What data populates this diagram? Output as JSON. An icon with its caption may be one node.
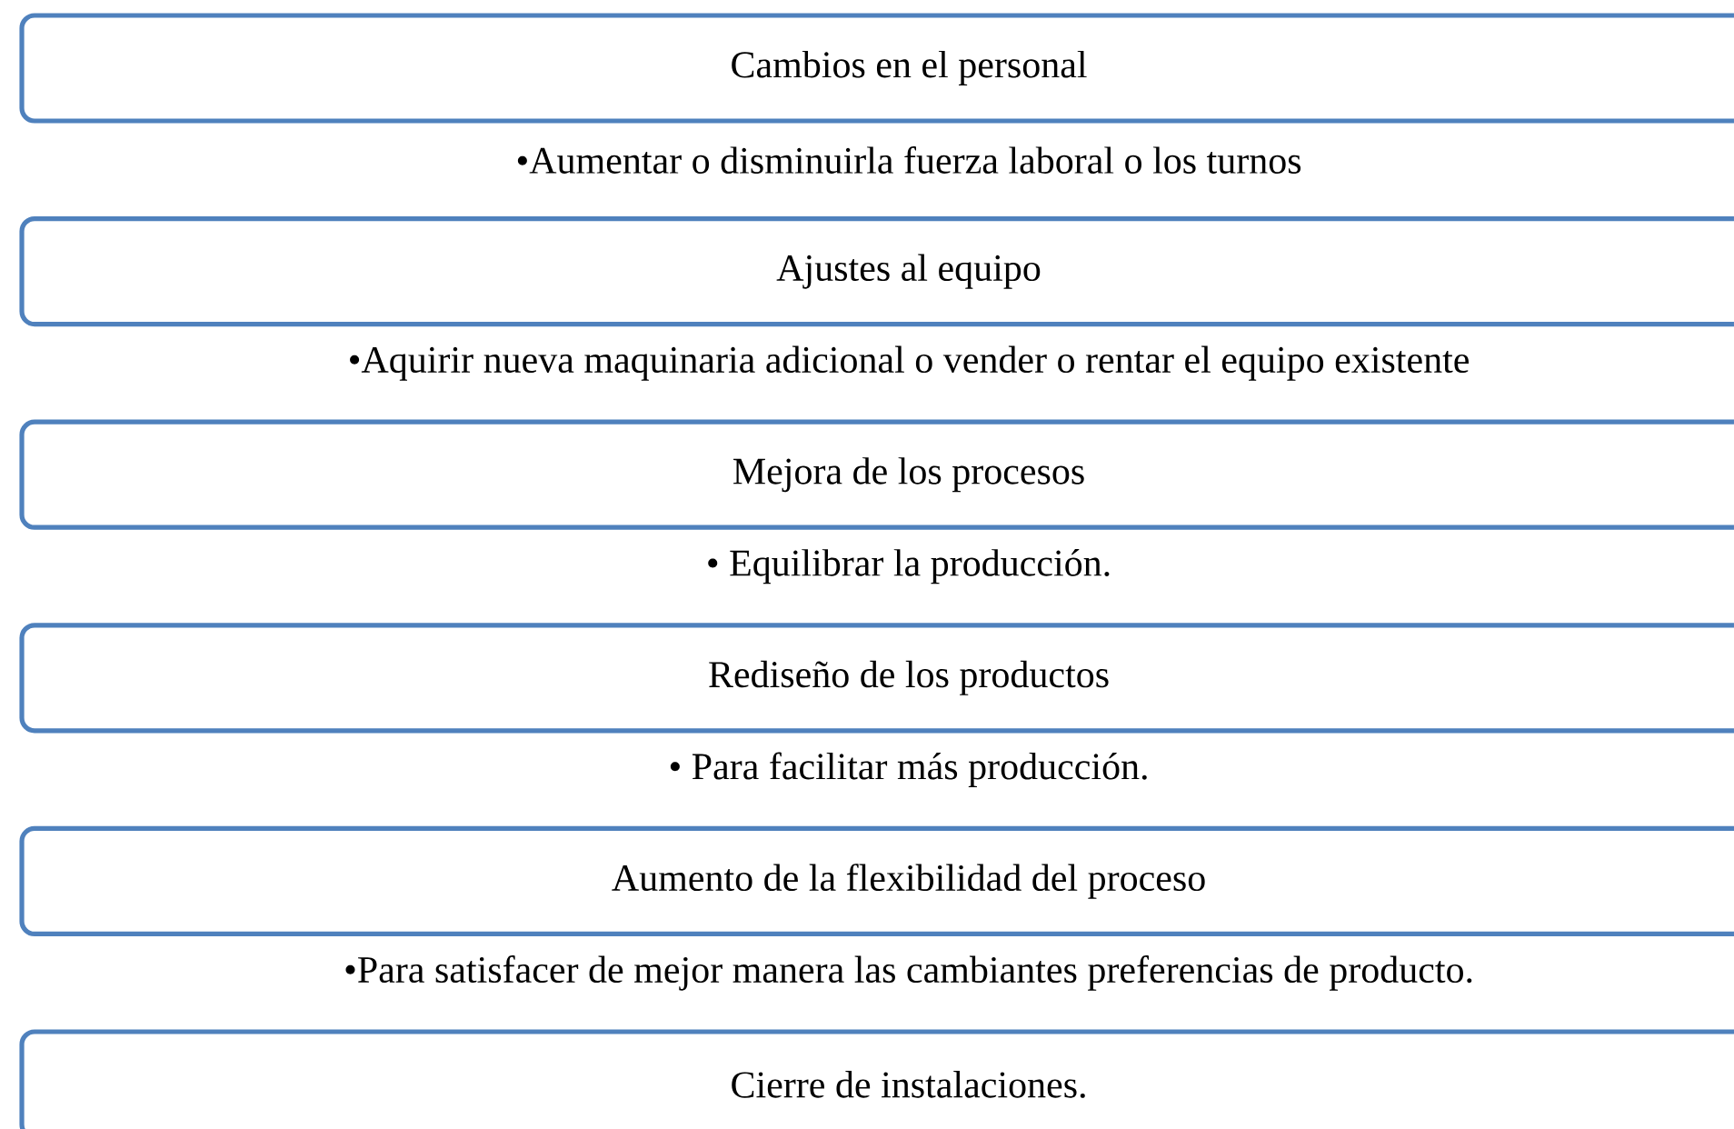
{
  "diagram": {
    "nodes": [
      {
        "text": [
          "Cambios en el personal"
        ],
        "beside": [
          "•Aumentar o disminuirla fuerza laboral o los turnos"
        ]
      },
      {
        "text": [
          "Ajustes al equipo"
        ],
        "beside": [
          "•Aquirir nueva maquinaria adicional o vender o rentar el equipo existente"
        ]
      },
      {
        "text": [
          "Mejora de los procesos"
        ],
        "beside": [
          "• Equilibrar la producción."
        ]
      },
      {
        "text": [
          "Rediseño de los productos"
        ],
        "beside": [
          "• Para facilitar más producción."
        ]
      },
      {
        "text": [
          "Aumento de la flexibilidad del proceso"
        ],
        "beside": [
          "•Para satisfacer de mejor manera las cambiantes preferencias de producto."
        ]
      },
      {
        "text": [
          "Cierre de instalaciones."
        ]
      }
    ]
  }
}
